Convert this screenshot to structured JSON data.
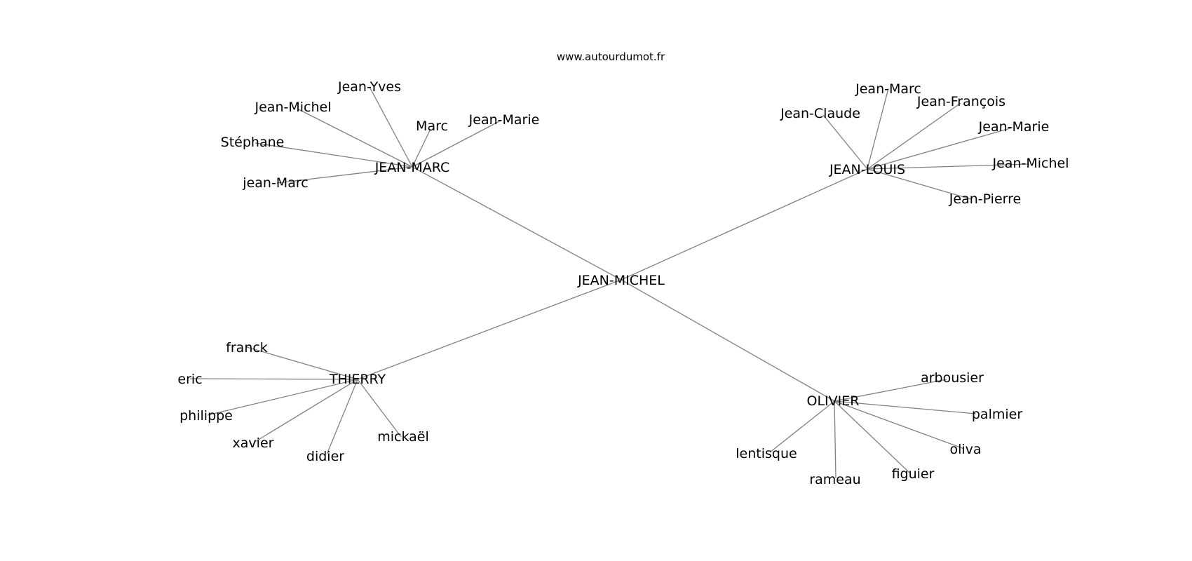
{
  "site": {
    "title": "www.autourdumot.fr"
  },
  "colors": {
    "edge": "#808080",
    "text": "#000000",
    "background": "#ffffff"
  },
  "graph": {
    "root": "JEAN-MICHEL",
    "clusters": [
      {
        "hub": "JEAN-MARC",
        "leaves": [
          "Jean-Yves",
          "Jean-Michel",
          "Marc",
          "Jean-Marie",
          "Stéphane",
          "jean-Marc"
        ]
      },
      {
        "hub": "JEAN-LOUIS",
        "leaves": [
          "Jean-Marc",
          "Jean-François",
          "Jean-Claude",
          "Jean-Marie",
          "Jean-Michel",
          "Jean-Pierre"
        ]
      },
      {
        "hub": "THIERRY",
        "leaves": [
          "franck",
          "eric",
          "philippe",
          "xavier",
          "didier",
          "mickaël"
        ]
      },
      {
        "hub": "OLIVIER",
        "leaves": [
          "arbousier",
          "palmier",
          "oliva",
          "figuier",
          "rameau",
          "lentisque"
        ]
      }
    ]
  }
}
